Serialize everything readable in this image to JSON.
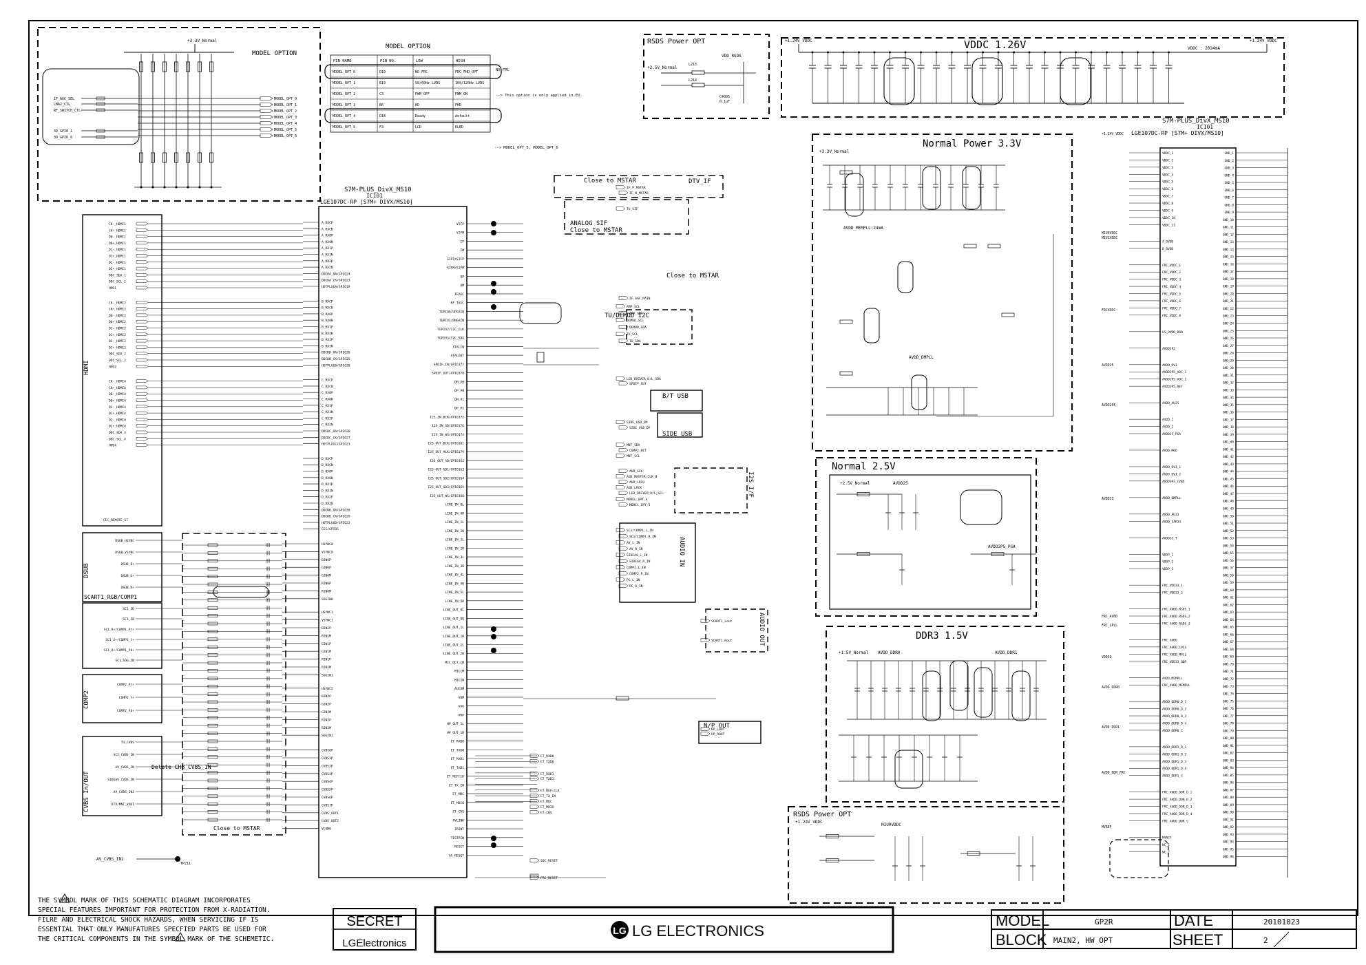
{
  "model_option": {
    "title": "MODEL OPTION",
    "header_title": "MODEL OPTION",
    "columns": [
      "PIN NAME",
      "PIN NO.",
      "LOW",
      "HIGH"
    ],
    "rows": [
      [
        "MODEL_OPT_0",
        "D19",
        "NO FRC",
        "FRC_FHD_OPT"
      ],
      [
        "MODEL_OPT_1",
        "E19",
        "50/60Hz LVDS",
        "100/120Hz LVDS"
      ],
      [
        "MODEL_OPT_2",
        "C3",
        "PWM_OFF",
        "PWM_ON"
      ],
      [
        "MODEL_OPT_3",
        "B6",
        "HD",
        "FHD"
      ],
      [
        "MODEL_OPT_4",
        "D18",
        "Ready",
        "default"
      ],
      [
        "MODEL_OPT_5",
        "F3",
        "LCD",
        "OLED"
      ]
    ],
    "signals_left": [
      "IF_AGC_SEL",
      "LNA2_CTL",
      "RF_SWITCH_CTL",
      "3D_GPIO_1",
      "3D_GPIO_0"
    ],
    "outputs": [
      "MODEL_OPT_0",
      "MODEL_OPT_1",
      "MODEL_OPT_2",
      "MODEL_OPT_3",
      "MODEL_OPT_4",
      "MODEL_OPT_5",
      "MODEL_OPT_6"
    ],
    "rail": "+3.3V_Normal",
    "note_frc": "NO_FRC",
    "note1": "--> This option is only applied in EU.",
    "note2": "--> MODEL_OPT_5, MODEL_OPT_6"
  },
  "rsds_top": {
    "title": "RSDS Power OPT",
    "rail_in": "+2.5V_Normal",
    "rail_out": "VDD_RSDS",
    "l1": "L213",
    "l2": "L214",
    "cap": "C4005",
    "cap_val": "0.1uF"
  },
  "vddc": {
    "title": "VDDC 1.26V",
    "rail_in": "+1.24V_VDDC",
    "rail_out": "+1.24V_VDDC",
    "note": "VDDC : 2024mA"
  },
  "ic_left": {
    "ref_name": "S7M-PLUS_DivX_MS10",
    "ref": "IC101",
    "part": "LGE107DC-RP [S7M+ DIVX/MS10]"
  },
  "ic_right": {
    "ref_name": "S7M-PLUS_DivX_MS10",
    "ref": "IC101",
    "part": "LGE107DC-RP [S7M+ DIVX/MS10]"
  },
  "pwr33": {
    "title": "Normal Power 3.3V",
    "rail": "+3.3V_Normal",
    "avdd": "AVDD_MEMPLL:24mA",
    "avdd2": "AVDD_DMPLL"
  },
  "pwr25": {
    "title": "Normal 2.5V",
    "rail": "+2.5V_Normal",
    "net1": "AVDD25",
    "net2": "AVDD2P5_PGA"
  },
  "ddr3": {
    "title": "DDR3 1.5V",
    "rail": "+1.5V_Normal",
    "net1": "AVDD_DDR0",
    "net2": "AVDD_DDR1"
  },
  "rsds_bottom": {
    "title": "RSDS Power OPT",
    "rail": "+1.24V_VDDC",
    "net": "MIU0VDDC"
  },
  "blocks": {
    "dtv_if": "DTV_IF",
    "close_mstar_1": "Close to MSTAR",
    "analog_sif": "ANALOG SIF",
    "close_mstar_2": "Close to MSTAR",
    "close_mstar_3": "Close to MSTAR",
    "tu_demod": "TU/DEMOD I2C",
    "bt_usb": "B/T USB",
    "side_usb": "SIDE USB",
    "i2s": "I2S_I/F",
    "audio_in": "AUDIO IN",
    "audio_out": "AUDIO OUT",
    "np_out": "N/P OUT",
    "hdmi": "HDMI",
    "dsub": "DSUB",
    "scart": "SCART1_RGB/COMP1",
    "comp2": "COMP2",
    "cvbs": "CVBS In/OUT",
    "delete_chb": "Delete CHB_CVBS_IN",
    "close_mstar_4": "Close to MSTAR"
  },
  "hdmi_nets": [
    "CK-_HDMI1",
    "CK+_HDMI1",
    "D0-_HDMI1",
    "D0+_HDMI1",
    "D1-_HDMI1",
    "D1+_HDMI1",
    "D2-_HDMI1",
    "D2+_HDMI1",
    "DDC_SDA_1",
    "DDC_SCL_1",
    "HPD1",
    "CK-_HDMI2",
    "CK+_HDMI2",
    "D0-_HDMI2",
    "D0+_HDMI2",
    "D1-_HDMI2",
    "D1+_HDMI2",
    "D2-_HDMI2",
    "D2+_HDMI2",
    "DDC_SDA_2",
    "DDC_SCL_2",
    "HPD2",
    "CK-_HDMI4",
    "CK+_HDMI4",
    "D0-_HDMI4",
    "D0+_HDMI4",
    "D1-_HDMI4",
    "D1+_HDMI4",
    "D2-_HDMI4",
    "D2+_HDMI4",
    "DDC_SDA_4",
    "DDC_SCL_4",
    "HPD4"
  ],
  "cec": "CEC_REMOTE_S7",
  "dsub_nets": [
    "DSUB_HSYNC",
    "DSUB_VSYNC",
    "DSUB_B+",
    "DSUB_G+",
    "DSUB_R+"
  ],
  "scart_nets": [
    "SC1_ID",
    "SC1_FB",
    "SC1_R+/COMP1_Pr+",
    "SC1_G+/COMP1_Y+",
    "SC1_B+/COMP1_Pb+",
    "SC1_SOG_IN"
  ],
  "comp2_nets": [
    "COMP2_Pr+",
    "COMP2_Y+",
    "COMP2_Pb+"
  ],
  "cvbs_nets": [
    "TU_CVBS",
    "SC1_CVBS_IN",
    "AV_CVBS_IN",
    "SIDEAV_CVBS_IN",
    "AV_CVBS_IN2",
    "DTV/MNT_VOUT"
  ],
  "av_cvbs_in2": "AV_CVBS_IN2",
  "tp211": "TP211",
  "ic_left_pins_hdmi": [
    "A_RXCP",
    "A_RXCN",
    "A_RX0P",
    "A_RX0N",
    "A_RX1P",
    "A_RX1N",
    "A_RX2P",
    "A_RX2N",
    "DDCDA_DA/GPIO24",
    "DDCDA_CK/GPIO23",
    "HOTPLUGA/GPIO19",
    "B_RXCP",
    "B_RXCN",
    "B_RX0P",
    "B_RX0N",
    "B_RX1P",
    "B_RX1N",
    "B_RX2P",
    "B_RX2N",
    "DDCDB_DA/GPIO26",
    "DDCDB_CK/GPIO25",
    "HOTPLUGB/GPIO20",
    "C_RXCP",
    "C_RXCN",
    "C_RX0P",
    "C_RX0N",
    "C_RX1P",
    "C_RX1N",
    "C_RX2P",
    "C_RX2N",
    "DDCDC_DA/GPIO28",
    "DDCDC_CK/GPIO27",
    "HOTPLUGC/GPIO21",
    "D_RXCP",
    "D_RXCN",
    "D_RX0P",
    "D_RX0N",
    "D_RX1P",
    "D_RX1N",
    "D_RX2P",
    "D_RX2N",
    "DDCDD_DA/GPIO30",
    "DDCDD_CK/GPIO29",
    "HOTPLUGD/GPIO22",
    "CEC/GPIO5"
  ],
  "ic_left_pins_video": [
    "HSYNC0",
    "VSYNC0",
    "BIN0P",
    "GIN0P",
    "GIN0M",
    "RIN0P",
    "RIN0M",
    "SOGIN0",
    "HSYNC1",
    "VSYNC1",
    "BIN1P",
    "BIN1M",
    "GIN1P",
    "GIN1M",
    "RIN1P",
    "RIN1M",
    "SOGIN1",
    "HSYNC2",
    "BIN2P",
    "GIN2P",
    "GIN2M",
    "RIN2P",
    "RIN2M",
    "SOGIN2",
    "CVBS0P",
    "CVBS1P",
    "CVBS2P",
    "CVBS3P",
    "CVBS4P",
    "CVBS5P",
    "CVBS6P",
    "CVBS7P",
    "CVBS_OUT1",
    "CVBS_OUT2",
    "VCOM0"
  ],
  "ic_mid_pins": [
    "VIFP",
    "VIFM",
    "IP",
    "IM",
    "SIFP/SIFP",
    "SIFM/SIFM",
    "QP",
    "QM",
    "IFAGC",
    "RF_TAGC",
    "TGPIO0/UPGAIN",
    "TGPIO1/DNGAIN",
    "TGPIO2/I2C_CLK",
    "TGPIO3/I2C_SDA",
    "XTALIN",
    "XTALOUT",
    "SPDIF_IN/GPIO177",
    "SPDIF_OUT/GPIO178",
    "DM_P0",
    "DP_P0",
    "DM_P1",
    "DP_P1",
    "I2S_IN_BCK/GPIO175",
    "I2S_IN_SD/GPIO176",
    "I2S_IN_WS/GPIO174",
    "I2S_OUT_BCK/GPIO161",
    "I2S_OUT_MCK/GPIO179",
    "I2S_OUT_SD/GPIO162",
    "I2S_OUT_SD1/GPIO163",
    "I2S_OUT_SD2/GPIO164",
    "I2S_OUT_SD3/GPIO165",
    "I2S_OUT_WS/GPIO160",
    "LINE_IN_0L",
    "LINE_IN_0R",
    "LINE_IN_1L",
    "LINE_IN_1R",
    "LINE_IN_2L",
    "LINE_IN_2R",
    "LINE_IN_3L",
    "LINE_IN_3R",
    "LINE_IN_4L",
    "LINE_IN_4R",
    "LINE_IN_5L",
    "LINE_IN_5R",
    "LINE_OUT_0L",
    "LINE_OUT_0R",
    "LINE_OUT_1L",
    "LINE_OUT_1R",
    "LINE_OUT_2L",
    "LINE_OUT_2R",
    "MIC_DET_IN",
    "MICCM",
    "MICIN",
    "AUCOM",
    "VRM",
    "VAG",
    "VRP",
    "HP_OUT_1L",
    "HP_OUT_1R",
    "ET_RXD0",
    "ET_TXD0",
    "ET_RXD1",
    "ET_TXD1",
    "ET_REFCLK",
    "ET_TX_EN",
    "ET_MDC",
    "ET_MDIO",
    "ET_CRS",
    "AVLINK",
    "IRINT",
    "TESTPIN",
    "RESET",
    "GS_RESET"
  ],
  "right_nets": [
    "IF_P_MSTAR",
    "IF_N_MSTAR",
    "TU_SIF",
    "IF_AGC_MAIN",
    "AMP_SCL",
    "AMP_SDA",
    "DEMOD_SCL",
    "DEMOD_SDA",
    "TU_SCL",
    "TU_SDA",
    "LED_DRIVER_D/L_SDA",
    "SPDIF_OUT",
    "SIDE_USB_DM",
    "SIDE_USB_DP",
    "MNT_SDA",
    "COMP2_DET",
    "MNT_SCL",
    "AUD_SCK",
    "AUD_MASTER_CLK_0",
    "AUD_LRCH",
    "AUD_LRCK",
    "LED_DRIVER_D/L_SCL",
    "MODEL_OPT_4",
    "MODEL_OPT_5",
    "SC1/COMP1_L_IN",
    "SC1/COMP1_R_IN",
    "AV_L_IN",
    "AV_R_IN",
    "SIDEAV_L_IN",
    "SIDEAV_R_IN",
    "COMP2_L_IN",
    "COMP2_R_IN",
    "PC_L_IN",
    "PC_R_IN",
    "SCART1_Lout",
    "SCART1_Rout",
    "HP_LOUT",
    "HP_ROUT",
    "ET_RXD0",
    "ET_TXD0",
    "ET_RXD1",
    "ET_TXD1",
    "ET_REF_CLK",
    "ET_TX_EN",
    "ET_MDC",
    "ET_MDIO",
    "ET_CRS",
    "SOC_RESET",
    "FRC_RESET"
  ],
  "right_ic_pins_left": [
    "VDDC_1",
    "VDDC_2",
    "VDDC_3",
    "VDDC_4",
    "VDDC_5",
    "VDDC_6",
    "VDDC_7",
    "VDDC_8",
    "VDDC_9",
    "VDDC_10",
    "VDDC_11",
    "A_DVDD",
    "B_DVDD",
    "FRC_VDDC_1",
    "FRC_VDDC_2",
    "FRC_VDDC_3",
    "FRC_VDDC_4",
    "FRC_VDDC_5",
    "FRC_VDDC_6",
    "FRC_VDDC_7",
    "FRC_VDDC_8",
    "US_DVDD_DDR",
    "AVDD1P2",
    "AVDD_DVI",
    "AVDD2P5_ADC_1",
    "AVDD2P5_ADC_2",
    "AVDD2P5_REF",
    "AVDD_AU25",
    "AVDD_1",
    "AVDD_2",
    "AVDD25_PGA",
    "AVDD_MOD",
    "AVDD_DVI_1",
    "AVDD_DVI_2",
    "AVDD3P3_CVBS",
    "AVDD_DMPLL",
    "AVDD_AU33",
    "AVDD_SAR33",
    "AVDD33_T",
    "VDDP_1",
    "VDDP_2",
    "VDDP_3",
    "FRC_VDD33_1",
    "FRC_VDD33_2",
    "FRC_AVDD_RSDS_1",
    "FRC_AVDD_RSDS_2",
    "FRC_AVDD_RSDS_3",
    "FRC_AVDD",
    "FRC_AVDD_LPLL",
    "FRC_AVDD_MPLL",
    "FRC_VDD33_DDR",
    "AVDD_MEMPLL",
    "FRC_AVDD_MEMPLL",
    "AVDD_DDR0_D_1",
    "AVDD_DDR0_D_2",
    "AVDD_DDR0_D_3",
    "AVDD_DDR0_D_4",
    "AVDD_DDR0_C",
    "AVDD_DDR1_D_1",
    "AVDD_DDR1_D_2",
    "AVDD_DDR1_D_3",
    "AVDD_DDR1_D_4",
    "AVDD_DDR1_C",
    "FRC_AVDD_DDR_D_1",
    "FRC_AVDD_DDR_D_2",
    "FRC_AVDD_DDR_D_3",
    "FRC_AVDD_DDR_D_4",
    "FRC_AVDD_DDR_C",
    "MVREF",
    "NC_1",
    "NC_2"
  ],
  "right_ic_pins_right_count": 96,
  "right_rails": [
    "+1.24V_VDDC",
    "MIU0VDDC",
    "MIU1VDDC",
    "FRCVDDC",
    "AVDD25",
    "AVDD2P5",
    "AVDD33",
    "AVDD_DDR0",
    "AVDD_DDR1",
    "AVDD_DDR_FRC",
    "MVREF",
    "FRC_AVDD",
    "FRC_LPLL",
    "VDD33"
  ],
  "gnd_label": "GND_",
  "warning": [
    "THE  SYMBOL MARK OF THIS SCHEMATIC DIAGRAM INCORPORATES",
    "SPECIAL FEATURES IMPORTANT FOR PROTECTION FROM X-RADIATION.",
    "FILRE AND ELECTRICAL SHOCK HAZARDS, WHEN SERVICING IF IS",
    "ESSENTIAL THAT ONLY MANUFATURES SPECFIED PARTS BE USED FOR",
    "THE CRITICAL COMPONENTS IN THE  SYMBOL MARK OF THE SCHEMETIC."
  ],
  "titleblock": {
    "secret": "SECRET",
    "brand_small": "LGElectronics",
    "brand_big": "LG ELECTRONICS",
    "model_label": "MODEL",
    "model_value": "GP2R",
    "date_label": "DATE",
    "date_value": "20101023",
    "block_label": "BLOCK",
    "block_value": "MAIN2, HW OPT",
    "sheet_label": "SHEET",
    "sheet_value": "2"
  }
}
